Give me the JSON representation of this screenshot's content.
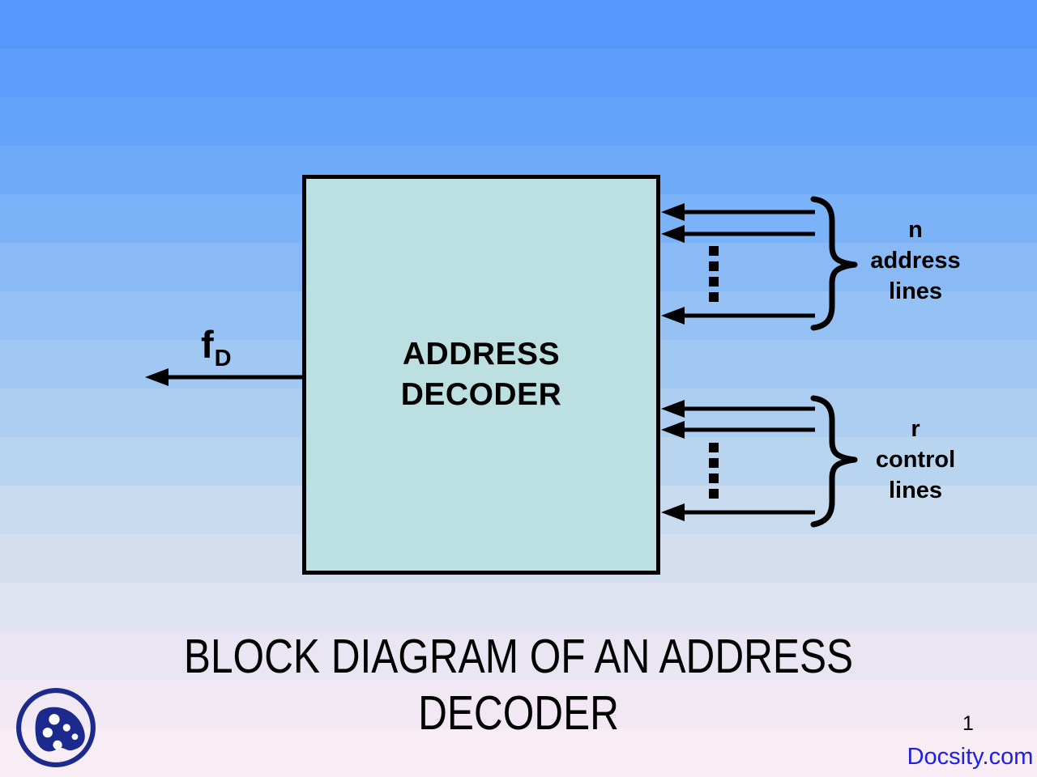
{
  "slide": {
    "title_lines": [
      "BLOCK DIAGRAM OF AN ADDRESS",
      "DECODER"
    ],
    "page_number": "1",
    "watermark": "Docsity.com"
  },
  "diagram": {
    "block_label_lines": [
      "ADDRESS",
      "DECODER"
    ],
    "output_signal": {
      "base": "f",
      "subscript": "D"
    },
    "address_lines_label_lines": [
      "n",
      "address",
      "lines"
    ],
    "control_lines_label_lines": [
      "r",
      "control",
      "lines"
    ]
  },
  "icons": {
    "logo": "docsity-logo-icon"
  },
  "colors": {
    "background_top": "#5697fd",
    "background_bottom": "#f8ecf5",
    "block_fill": "#bcdfe1",
    "line_color": "#000000",
    "watermark_blue": "#1f1fdf",
    "logo_navy": "#1b2a8c"
  }
}
